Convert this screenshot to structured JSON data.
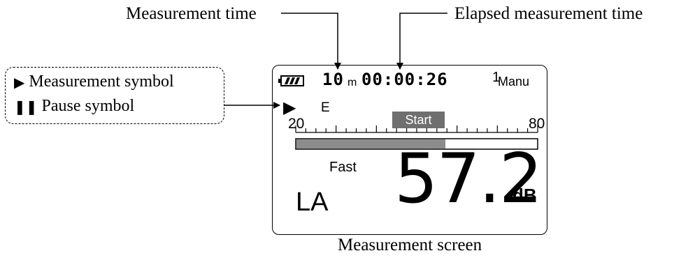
{
  "callouts": {
    "measurement_time": "Measurement time",
    "elapsed_measurement_time": "Elapsed measurement time",
    "caption": "Measurement screen"
  },
  "legend": {
    "measurement_symbol": "Measurement symbol",
    "pause_symbol": "Pause symbol"
  },
  "screen": {
    "measurement_time_value": "10",
    "measurement_time_unit": "m",
    "elapsed_time": "00:00:26",
    "store_number": "1",
    "store_mode": "Manu",
    "status_icon": "play-icon",
    "status_letter": "E",
    "start_label": "Start",
    "bar_scale": {
      "min": "20",
      "max": "80",
      "level_fraction": 0.62
    },
    "time_weighting": "Fast",
    "level_label": "LA",
    "level_value": "57.2",
    "level_unit": "dB"
  },
  "colors": {
    "bar_fill": "#8c8c8c",
    "badge_bg": "#6f6f6f"
  }
}
